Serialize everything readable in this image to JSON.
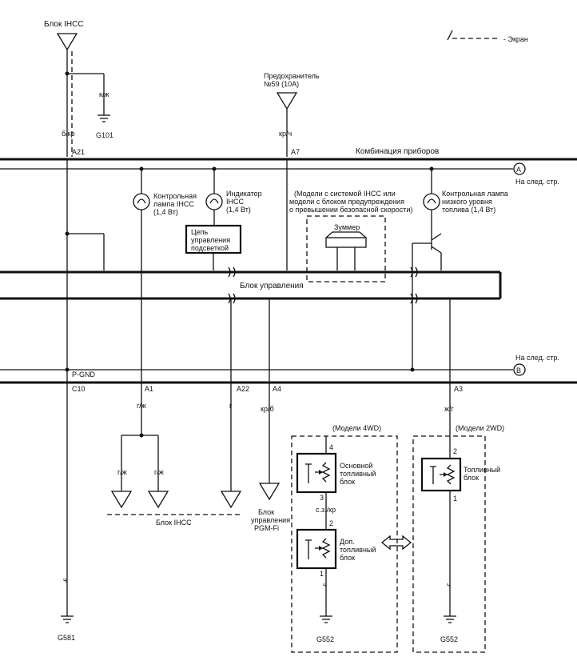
{
  "legend": {
    "screen": "- Экран"
  },
  "ihcc_unit_top": "Блок IHCC",
  "ground_g101": {
    "wire": "к/ж",
    "label": "G101"
  },
  "wire_b_kr": "б/кр",
  "fuse": {
    "line1": "Предохранитель",
    "line2": "№59 (10A)",
    "wire": "кр/ч"
  },
  "instrument_cluster": "Комбинация приборов",
  "connectors": {
    "a21": "A21",
    "a7": "A7",
    "c10": "C10",
    "a1": "A1",
    "a22": "A22",
    "a4": "A4",
    "a3": "A3"
  },
  "next_page_a": {
    "text": "На след. стр.",
    "marker": "A"
  },
  "next_page_b": {
    "text": "На след. стр.",
    "marker": "B"
  },
  "ihcc_lamp": {
    "line1": "Контрольная",
    "line2": "лампа IHCC",
    "line3": "(1,4 Вт)"
  },
  "ihcc_indicator": {
    "line1": "Индикатор",
    "line2": "IHCC",
    "line3": "(1,4 Вт)"
  },
  "backlight_circuit": {
    "line1": "Цепь",
    "line2": "управления",
    "line3": "подсветкой"
  },
  "models_note": {
    "line1": "(Модели с системой IHCC или",
    "line2": "модели с блоком предупреждения",
    "line3": "о превышении безопасной скорости)"
  },
  "buzzer": "Зуммер",
  "low_fuel_lamp": {
    "line1": "Контрольная лампа",
    "line2": "низкого уровня",
    "line3": "топлива (1,4 Вт)"
  },
  "control_unit": "Блок управления",
  "p_gnd": "P-GND",
  "wires": {
    "g_zh": "г/ж",
    "g_zh_left": "г/ж",
    "g_zh_right": "г/ж",
    "g": "г",
    "kr_b": "кр/б",
    "zh_g": "ж/г",
    "s_z_kr": "с.з./кр",
    "ch_left": "ч",
    "ch_mid": "ч",
    "ch_right": "ч"
  },
  "ihcc_unit_bottom": "Блок IHCC",
  "pgm_fi_unit": {
    "line1": "Блок",
    "line2": "управления",
    "line3": "PGM-Fi"
  },
  "models_4wd": "(Модели 4WD)",
  "models_2wd": "(Модели 2WD)",
  "main_fuel_unit": {
    "line1": "Основной",
    "line2": "топливный",
    "line3": "блок"
  },
  "aux_fuel_unit": {
    "line1": "Доп.",
    "line2": "топливный",
    "line3": "блок"
  },
  "fuel_unit": {
    "line1": "Топливный",
    "line2": "блок"
  },
  "pins": {
    "p4": "4",
    "p3": "3",
    "p2a": "2",
    "p1a": "1",
    "p2b": "2",
    "p1b": "1"
  },
  "grounds": {
    "g581": "G581",
    "g552_left": "G552",
    "g552_right": "G552"
  }
}
